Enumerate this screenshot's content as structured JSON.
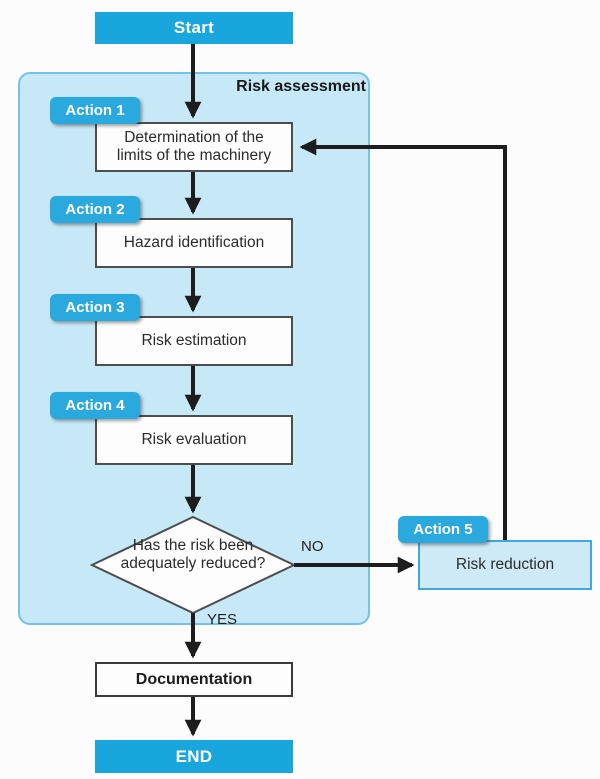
{
  "title": "Risk assessment process flowchart",
  "colors": {
    "cyan_node": "#18a6dd",
    "badge": "#29a9dd",
    "container_fill": "#c7e8f6",
    "container_border": "#72c3e5",
    "process_fill": "#fdfdfd",
    "process_border": "#4d4d4d",
    "reduction_fill": "#cfeaf7",
    "reduction_border": "#3fa9dc",
    "arrow": "#1d1d1d",
    "text_dark": "#2b2b2b"
  },
  "nodes": {
    "start": "Start",
    "container_label": "Risk assessment",
    "step1_line1": "Determination of the",
    "step1_line2": "limits of the machinery",
    "step2": "Hazard identification",
    "step3": "Risk estimation",
    "step4": "Risk evaluation",
    "decision_line1": "Has the risk been",
    "decision_line2": "adequately reduced?",
    "reduction": "Risk reduction",
    "documentation": "Documentation",
    "end": "END"
  },
  "badges": [
    "Action 1",
    "Action 2",
    "Action 3",
    "Action 4",
    "Action 5"
  ],
  "edges": {
    "no": "NO",
    "yes": "YES"
  }
}
